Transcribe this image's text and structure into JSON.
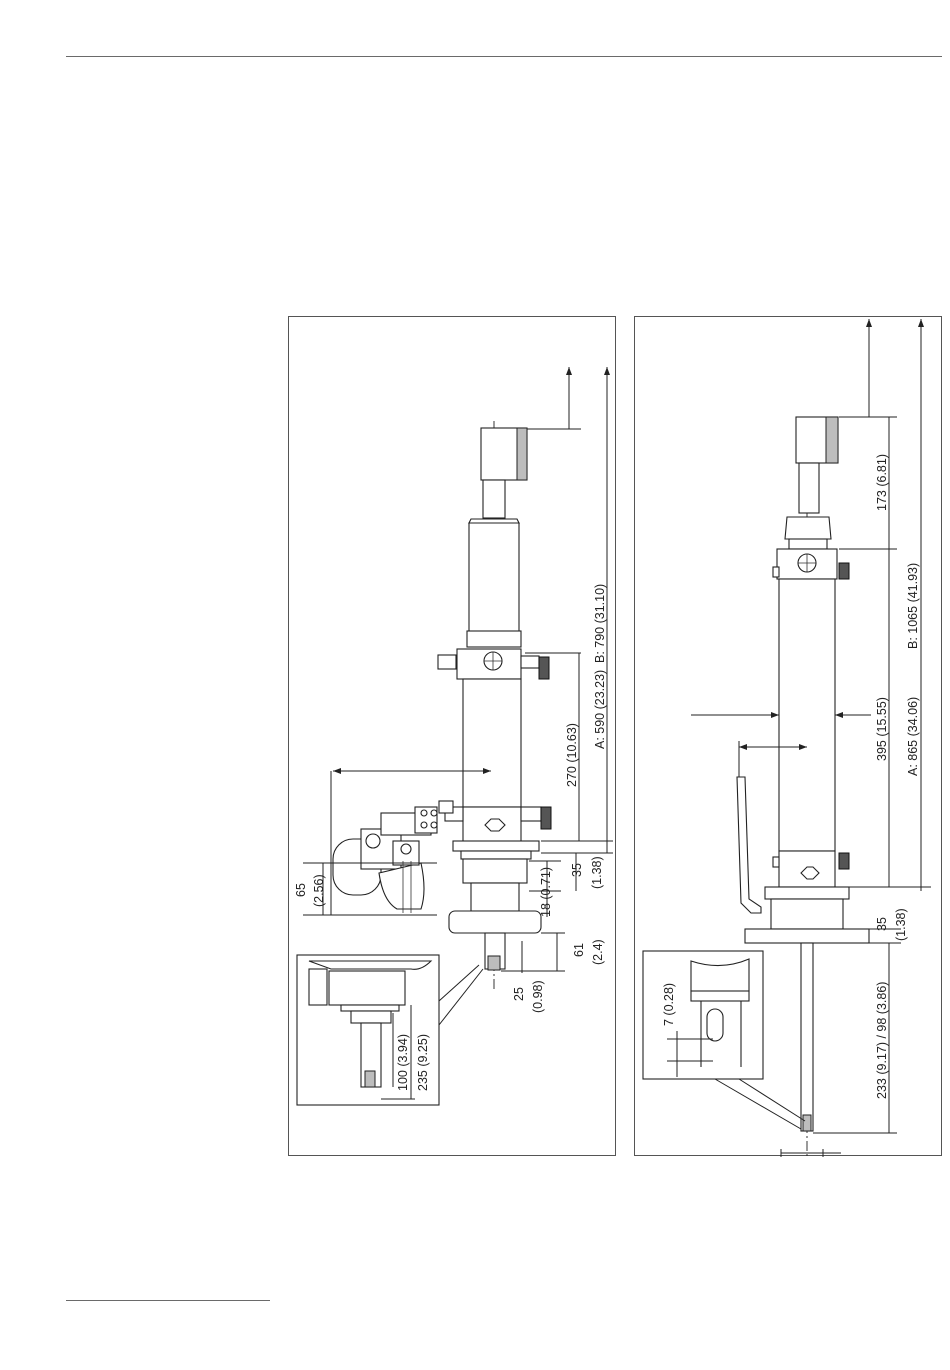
{
  "left_diagram": {
    "dimensions": {
      "b_total": "B: 790 (31.10)",
      "a_total": "A: 590 (23.23)",
      "upper_270": "270 (10.63)",
      "flange_35": "35",
      "flange_35_in": "(1.38)",
      "gap_18": "18 (0.71)",
      "lower_61": "61",
      "lower_61_in": "(2.4)",
      "tip_25": "25",
      "tip_25_in": "(0.98)",
      "side_65": "65",
      "side_65_in": "(2.56)"
    },
    "inset": {
      "len_100": "100 (3.94)",
      "len_235": "235 (9.25)"
    }
  },
  "right_diagram": {
    "dimensions": {
      "top_173": "173 (6.81)",
      "b_total": "B: 1065 (41.93)",
      "mid_395": "395 (15.55)",
      "a_total": "A: 865 (34.06)",
      "flange_35": "35",
      "flange_35_in": "(1.38)",
      "lower_233": "233 (9.17) / 98 (3.86)"
    },
    "inset": {
      "len_7": "7 (0.28)"
    }
  }
}
